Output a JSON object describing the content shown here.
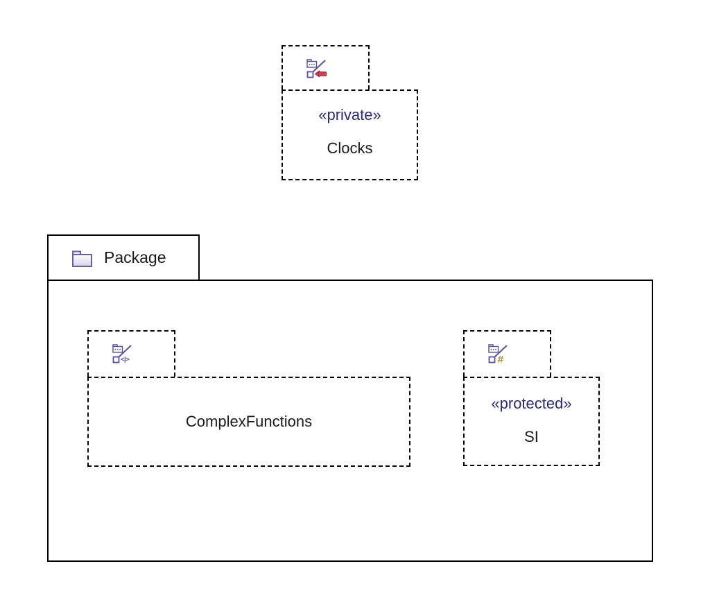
{
  "diagram": {
    "clocks_package": {
      "stereotype": "«private»",
      "name": "Clocks"
    },
    "outer_package": {
      "name": "Package"
    },
    "complex_functions_package": {
      "name": "ComplexFunctions"
    },
    "si_package": {
      "stereotype": "«protected»",
      "name": "SI"
    }
  },
  "icon_glyphs": {
    "element_import_glyph": "<|>",
    "protected_hash_glyph": "#"
  },
  "colors": {
    "background": "#ffffff",
    "border": "#000000",
    "stereotype_text": "#2b2b6e",
    "name_text": "#1a1a1a",
    "icon_purple": "#5b4f96",
    "folder_purple": "#6b609f",
    "private_red_fill": "#d85060",
    "private_red_stroke": "#9c2334",
    "protected_gold": "#a8902f"
  }
}
